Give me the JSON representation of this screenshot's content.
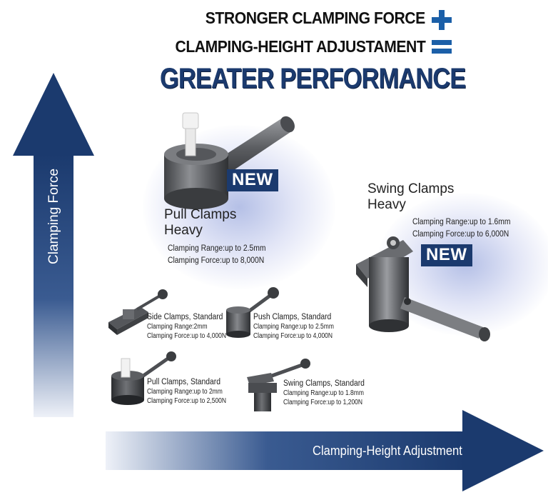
{
  "headline": {
    "line1": "STRONGER CLAMPING FORCE",
    "line2": "CLAMPING-HEIGHT ADJUSTAMENT",
    "line3": "GREATER PERFORMANCE",
    "plus_color": "#1b5fa8",
    "equals_color": "#1b5fa8"
  },
  "axes": {
    "y_label": "Clamping Force",
    "x_label": "Clamping-Height Adjustment",
    "arrow_color": "#1b3a6e"
  },
  "products": {
    "pull_heavy": {
      "badge": "NEW",
      "title_line1": "Pull Clamps",
      "title_line2": "Heavy",
      "range": "Clamping Range:up to 2.5mm",
      "force": "Clamping Force:up to 8,000N"
    },
    "swing_heavy": {
      "badge": "NEW",
      "title_line1": "Swing Clamps",
      "title_line2": "Heavy",
      "range": "Clamping Range:up to 1.6mm",
      "force": "Clamping Force:up to 6,000N"
    },
    "side_standard": {
      "title": "Side Clamps, Standard",
      "range": "Clamping Range:2mm",
      "force": "Clamping Force:up to 4,000N"
    },
    "push_standard": {
      "title": "Push Clamps, Standard",
      "range": "Clamping Range:up to 2.5mm",
      "force": "Clamping Force:up to 4,000N"
    },
    "pull_standard": {
      "title": "Pull Clamps, Standard",
      "range": "Clamping Range:up to 2mm",
      "force": "Clamping Force:up to 2,500N"
    },
    "swing_standard": {
      "title": "Swing Clamps, Standard",
      "range": "Clamping Range:up to 1.8mm",
      "force": "Clamping Force:up to 1,200N"
    }
  }
}
